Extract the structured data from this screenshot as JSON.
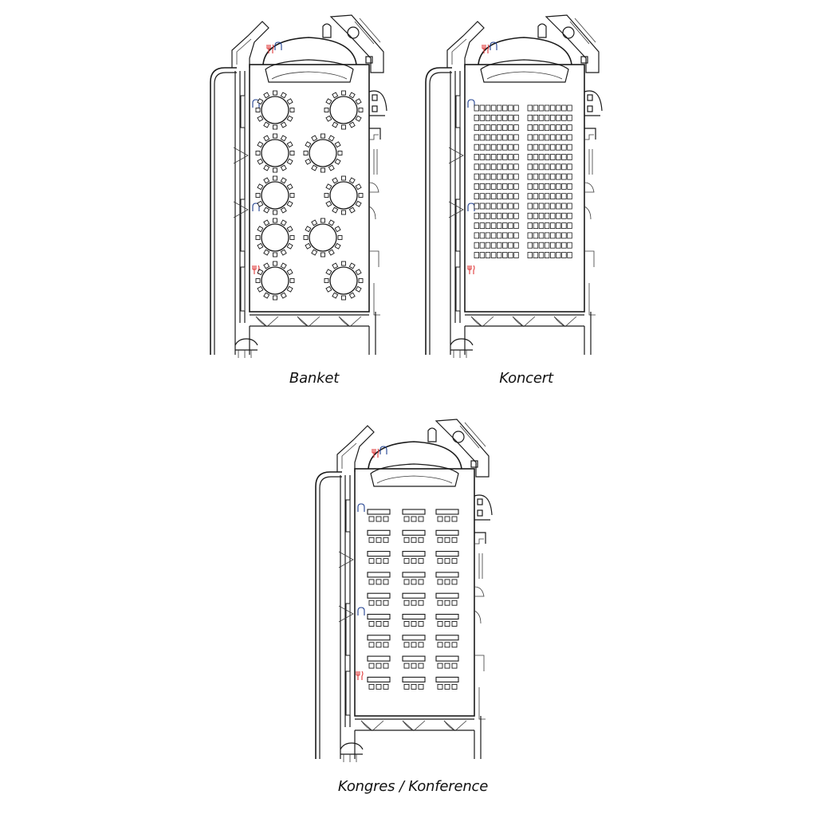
{
  "layouts": [
    {
      "id": "banket",
      "caption": "Banket",
      "arrangement": "round-tables",
      "table_count": 10,
      "seats_per_table": 12
    },
    {
      "id": "koncert",
      "caption": "Koncert",
      "arrangement": "row-seating",
      "blocks": 2,
      "rows": 16,
      "seats_per_row_per_block": 8
    },
    {
      "id": "kongres",
      "caption": "Kongres / Konference",
      "arrangement": "classroom",
      "columns": 3,
      "rows": 9
    }
  ],
  "icons": {
    "restaurant": "fork-knife-icon",
    "cloakroom": "hanger-icon"
  },
  "colors": {
    "restaurant_icon": "#e03a3a",
    "cloakroom_icon": "#1f3f8f",
    "walls": "#1a1a1a"
  }
}
